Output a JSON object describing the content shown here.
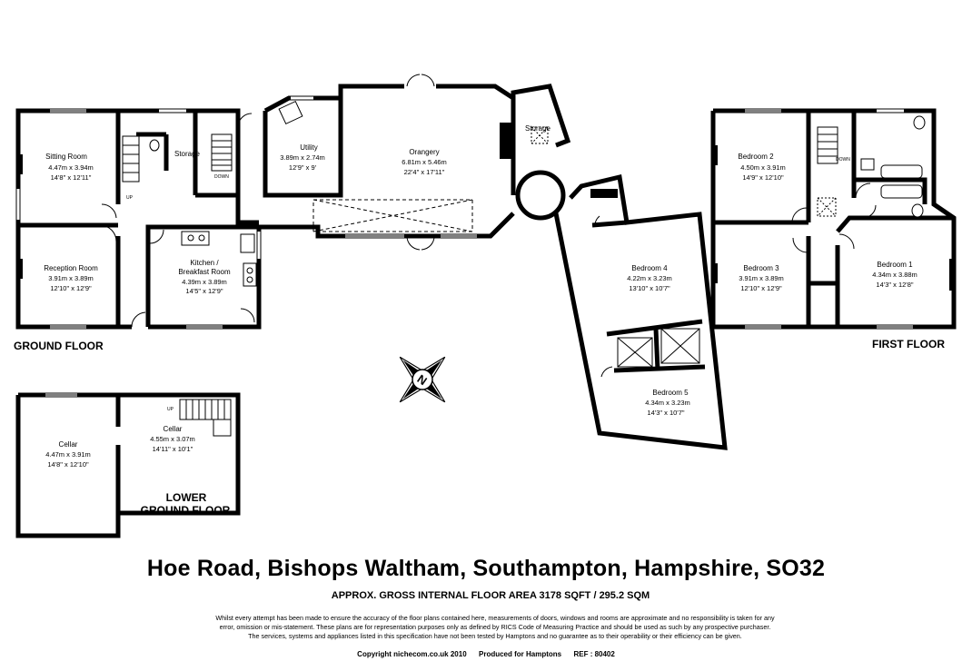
{
  "floors": {
    "ground": "GROUND FLOOR",
    "first": "FIRST FLOOR",
    "lower_line1": "LOWER",
    "lower_line2": "GROUND FLOOR"
  },
  "rooms": {
    "sitting": {
      "name": "Sitting Room",
      "metric": "4.47m x 3.94m",
      "imperial": "14'8\" x 12'11\""
    },
    "reception": {
      "name": "Reception Room",
      "metric": "3.91m x 3.89m",
      "imperial": "12'10\" x 12'9\""
    },
    "storage_ground": {
      "name": "Storage"
    },
    "kitchen": {
      "name_line1": "Kitchen /",
      "name_line2": "Breakfast Room",
      "metric": "4.39m x 3.89m",
      "imperial": "14'5\" x 12'9\""
    },
    "utility": {
      "name": "Utility",
      "metric": "3.89m x 2.74m",
      "imperial": "12'9\" x 9'"
    },
    "orangery": {
      "name": "Orangery",
      "metric": "6.81m x 5.46m",
      "imperial": "22'4\" x 17'11\""
    },
    "storage_orangery": {
      "name": "Storage"
    },
    "bedroom4": {
      "name": "Bedroom 4",
      "metric": "4.22m x 3.23m",
      "imperial": "13'10\" x 10'7\""
    },
    "bedroom5": {
      "name": "Bedroom 5",
      "metric": "4.34m x 3.23m",
      "imperial": "14'3\" x 10'7\""
    },
    "bedroom2": {
      "name": "Bedroom 2",
      "metric": "4.50m x 3.91m",
      "imperial": "14'9\" x 12'10\""
    },
    "bedroom3": {
      "name": "Bedroom 3",
      "metric": "3.91m x 3.89m",
      "imperial": "12'10\" x 12'9\""
    },
    "bedroom1": {
      "name": "Bedroom 1",
      "metric": "4.34m x 3.88m",
      "imperial": "14'3\" x 12'8\""
    },
    "cellar1": {
      "name": "Cellar",
      "metric": "4.47m x 3.91m",
      "imperial": "14'8\" x 12'10\""
    },
    "cellar2": {
      "name": "Cellar",
      "metric": "4.55m x 3.07m",
      "imperial": "14'11\" x 10'1\""
    }
  },
  "stair_labels": {
    "up": "UP",
    "down": "DOWN"
  },
  "compass_letter": "N",
  "title": "Hoe Road, Bishops Waltham, Southampton, Hampshire, SO32",
  "subtitle": "APPROX. GROSS INTERNAL FLOOR AREA 3178 SQFT / 295.2 SQM",
  "disclaimer": {
    "line1": "Whilst every attempt has been made to ensure the accuracy of the floor plans contained here, measurements of doors, windows and rooms are approximate and no responsibility is taken for any",
    "line2": "error, omission or mis-statement.  These plans are for representation purposes only as defined by RICS Code of Measuring Practice and should be used as such by any prospective purchaser.",
    "line3": "The services, systems and appliances listed in this specification have not been tested by Hamptons and no guarantee as to their operability or their efficiency can be given."
  },
  "footer": {
    "copyright": "Copyright nichecom.co.uk 2010",
    "produced": "Produced for Hamptons",
    "ref": "REF : 80402"
  }
}
